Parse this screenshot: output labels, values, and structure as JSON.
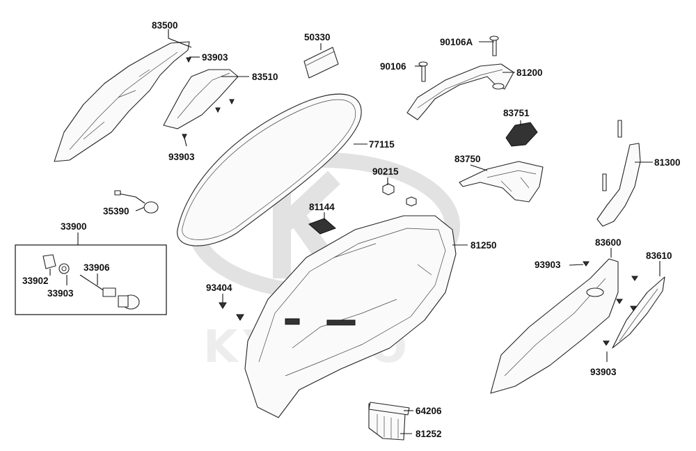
{
  "watermark": {
    "brand": "KYMCO"
  },
  "parts": [
    {
      "key": "p83500",
      "label": "83500"
    },
    {
      "key": "p93903a",
      "label": "93903"
    },
    {
      "key": "p83510",
      "label": "83510"
    },
    {
      "key": "p93903b",
      "label": "93903"
    },
    {
      "key": "p50330",
      "label": "50330"
    },
    {
      "key": "p77115",
      "label": "77115"
    },
    {
      "key": "p90106A",
      "label": "90106A"
    },
    {
      "key": "p90106",
      "label": "90106"
    },
    {
      "key": "p81200",
      "label": "81200"
    },
    {
      "key": "p83751",
      "label": "83751"
    },
    {
      "key": "p83750",
      "label": "83750"
    },
    {
      "key": "p81300",
      "label": "81300"
    },
    {
      "key": "p90215",
      "label": "90215"
    },
    {
      "key": "p81144",
      "label": "81144"
    },
    {
      "key": "p81250",
      "label": "81250"
    },
    {
      "key": "p35390",
      "label": "35390"
    },
    {
      "key": "p33900",
      "label": "33900"
    },
    {
      "key": "p33902",
      "label": "33902"
    },
    {
      "key": "p33906",
      "label": "33906"
    },
    {
      "key": "p33903",
      "label": "33903"
    },
    {
      "key": "p93404",
      "label": "93404"
    },
    {
      "key": "p83600",
      "label": "83600"
    },
    {
      "key": "p83610",
      "label": "83610"
    },
    {
      "key": "p93903c",
      "label": "93903"
    },
    {
      "key": "p93903d",
      "label": "93903"
    },
    {
      "key": "p64206",
      "label": "64206"
    },
    {
      "key": "p81252",
      "label": "81252"
    }
  ]
}
